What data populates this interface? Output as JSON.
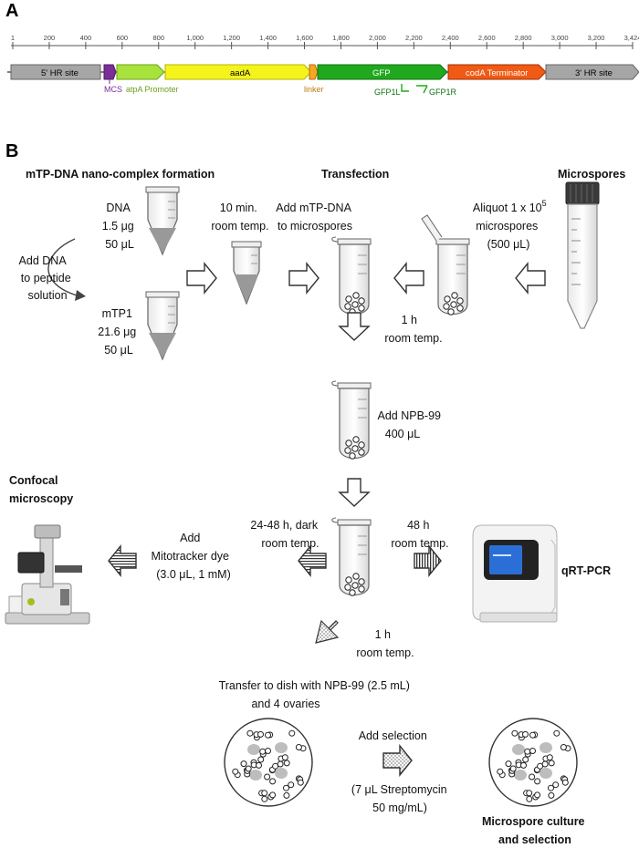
{
  "panel_a": {
    "label": "A",
    "ruler_ticks": [
      "1",
      "200",
      "400",
      "600",
      "800",
      "1,000",
      "1,200",
      "1,400",
      "1,600",
      "1,800",
      "2,000",
      "2,200",
      "2,400",
      "2,600",
      "2,800",
      "3,000",
      "3,200",
      "3,424"
    ],
    "features": {
      "hr5": "5' HR site",
      "aada": "aadA",
      "gfp": "GFP",
      "coda": "codA Terminator",
      "hr3": "3' HR site"
    },
    "sublabels": {
      "mcs": "MCS",
      "atpa": "atpA Promoter",
      "linker": "linker",
      "gfp1l": "GFP1L",
      "gfp1r": "GFP1R"
    },
    "colors": {
      "grey": "#a6a6a6",
      "mcs": "#7b2d9a",
      "atpa": "#a7e33c",
      "aada": "#f4f41c",
      "linker": "#f5a623",
      "gfp": "#20a81e",
      "coda": "#f05a14"
    }
  },
  "panel_b": {
    "label": "B",
    "headers": {
      "formation": "mTP-DNA nano-complex formation",
      "transfection": "Transfection",
      "microspores": "Microspores"
    },
    "dna": [
      "DNA",
      "1.5 μg",
      "50 μL"
    ],
    "add_dna": [
      "Add DNA",
      "to peptide",
      "solution"
    ],
    "mtp1": [
      "mTP1",
      "21.6 μg",
      "50 μL"
    ],
    "incubate1": [
      "10 min.",
      "room temp."
    ],
    "add_mtp": [
      "Add mTP-DNA",
      "to microspores"
    ],
    "aliquot": [
      "Aliquot 1 x 10",
      "5",
      "microspores",
      "(500 μL)"
    ],
    "wait1": [
      "1 h",
      "room temp."
    ],
    "npb": [
      "Add NPB-99",
      "400 μL"
    ],
    "dark": [
      "24-48 h, dark",
      "room temp."
    ],
    "h48": [
      "48 h",
      "room temp."
    ],
    "mito": [
      "Add",
      "Mitotracker dye",
      "(3.0 μL, 1 mM)"
    ],
    "confocal": [
      "Confocal",
      "microscopy"
    ],
    "qrtpcr": "qRT-PCR",
    "wait2": [
      "1 h",
      "room temp."
    ],
    "transfer": [
      "Transfer to dish with NPB-99 (2.5 mL)",
      "and 4 ovaries"
    ],
    "selection": [
      "Add selection",
      "(7 μL Streptomycin",
      "50 mg/mL)"
    ],
    "culture": [
      "Microspore culture",
      "and selection"
    ]
  }
}
